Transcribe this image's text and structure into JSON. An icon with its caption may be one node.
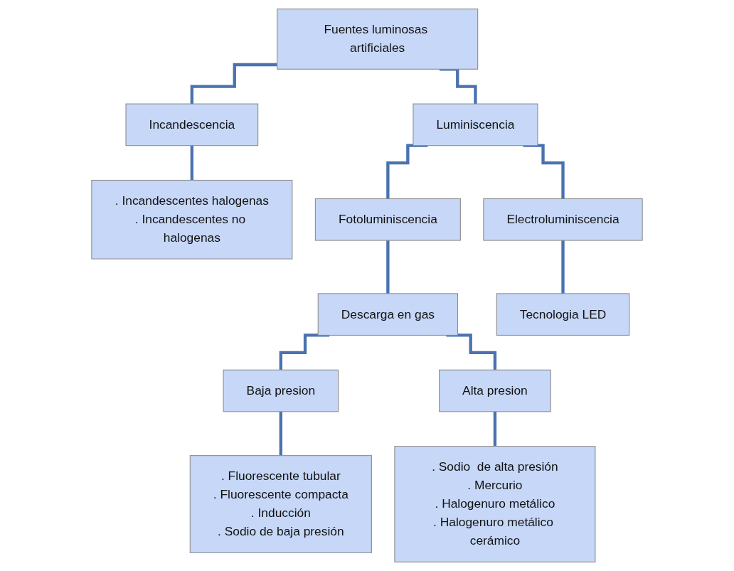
{
  "diagram": {
    "nodes": [
      {
        "text": [
          "Fuentes luminosas artificiales"
        ]
      },
      {
        "text": [
          "Incandescencia"
        ]
      },
      {
        "text": [
          "Luminiscencia"
        ]
      },
      {
        "text": [
          ". Incandescentes halogenas",
          ". Incandescentes no halogenas"
        ]
      },
      {
        "text": [
          "Fotoluminiscencia"
        ]
      },
      {
        "text": [
          "Electroluminiscencia"
        ]
      },
      {
        "text": [
          "Descarga en gas"
        ]
      },
      {
        "text": [
          "Tecnologia LED"
        ]
      },
      {
        "text": [
          "Baja presion"
        ]
      },
      {
        "text": [
          "Alta presion"
        ]
      },
      {
        "text": [
          ". Fluorescente tubular",
          ". Fluorescente compacta",
          ". Inducción",
          ". Sodio de baja presión"
        ]
      },
      {
        "text": [
          ". Sodio  de alta presión",
          ". Mercurio",
          ". Halogenuro metálico",
          ". Halogenuro metálico cerámico"
        ]
      }
    ],
    "edges": [
      {
        "from": 0,
        "to": 1,
        "arrow": "none"
      },
      {
        "from": 0,
        "to": 2,
        "arrow": "none"
      },
      {
        "from": 1,
        "to": 3,
        "arrow": "none"
      },
      {
        "from": 2,
        "to": 4,
        "arrow": "none"
      },
      {
        "from": 2,
        "to": 5,
        "arrow": "none"
      },
      {
        "from": 4,
        "to": 6,
        "arrow": "none"
      },
      {
        "from": 5,
        "to": 7,
        "arrow": "none"
      },
      {
        "from": 6,
        "to": 8,
        "arrow": "none"
      },
      {
        "from": 6,
        "to": 9,
        "arrow": "none"
      },
      {
        "from": 8,
        "to": 10,
        "arrow": "none"
      },
      {
        "from": 9,
        "to": 11,
        "arrow": "none"
      }
    ]
  }
}
